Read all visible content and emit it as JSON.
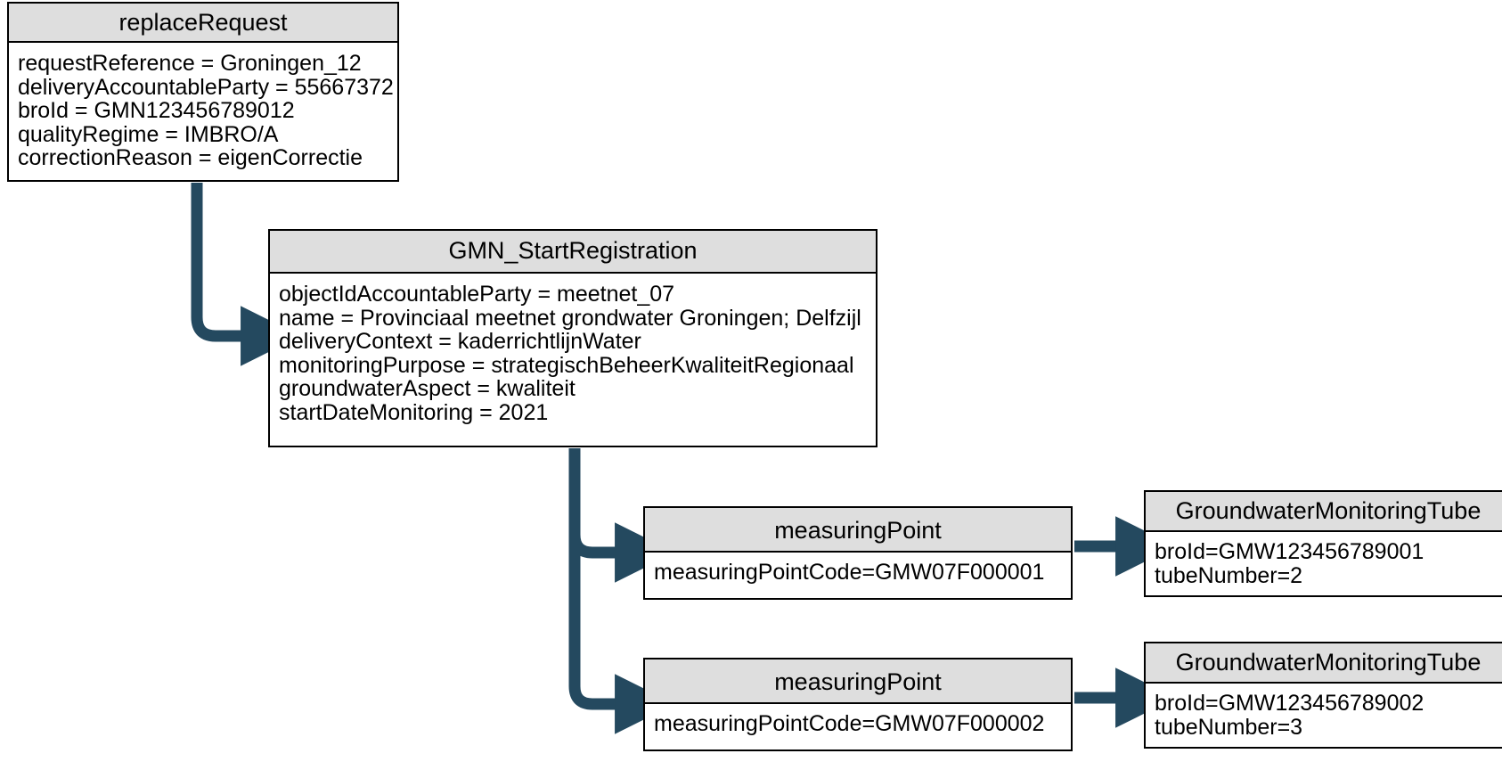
{
  "diagram": {
    "type": "object-instance-diagram",
    "colors": {
      "header_fill": "#DEDEDE",
      "body_fill": "#FFFFFF",
      "border": "#000000",
      "connector": "#24495F"
    },
    "nodes": [
      {
        "id": "replaceRequest",
        "title": "replaceRequest",
        "attributes": [
          "requestReference = Groningen_12",
          "deliveryAccountableParty = 55667372",
          "broId = GMN123456789012",
          "qualityRegime = IMBRO/A",
          "correctionReason = eigenCorrectie"
        ]
      },
      {
        "id": "GMN_StartRegistration",
        "title": "GMN_StartRegistration",
        "attributes": [
          "objectIdAccountableParty = meetnet_07",
          "name = Provinciaal meetnet grondwater Groningen; Delfzijl",
          "deliveryContext = kaderrichtlijnWater",
          "monitoringPurpose = strategischBeheerKwaliteitRegionaal",
          "groundwaterAspect = kwaliteit",
          "startDateMonitoring = 2021"
        ]
      },
      {
        "id": "measuringPoint1",
        "title": "measuringPoint",
        "attributes": [
          "measuringPointCode=GMW07F000001"
        ]
      },
      {
        "id": "measuringPoint2",
        "title": "measuringPoint",
        "attributes": [
          "measuringPointCode=GMW07F000002"
        ]
      },
      {
        "id": "groundwaterMonitoringTube1",
        "title": "GroundwaterMonitoringTube",
        "attributes": [
          "broId=GMW123456789001",
          "tubeNumber=2"
        ]
      },
      {
        "id": "groundwaterMonitoringTube2",
        "title": "GroundwaterMonitoringTube",
        "attributes": [
          "broId=GMW123456789002",
          "tubeNumber=3"
        ]
      }
    ],
    "connectors": [
      {
        "from": "replaceRequest",
        "to": "GMN_StartRegistration",
        "style": "elbow-arrow"
      },
      {
        "from": "GMN_StartRegistration",
        "to": "measuringPoint1",
        "style": "elbow-arrow"
      },
      {
        "from": "GMN_StartRegistration",
        "to": "measuringPoint2",
        "style": "elbow-arrow"
      },
      {
        "from": "measuringPoint1",
        "to": "groundwaterMonitoringTube1",
        "style": "straight-arrow"
      },
      {
        "from": "measuringPoint2",
        "to": "groundwaterMonitoringTube2",
        "style": "straight-arrow"
      }
    ]
  }
}
